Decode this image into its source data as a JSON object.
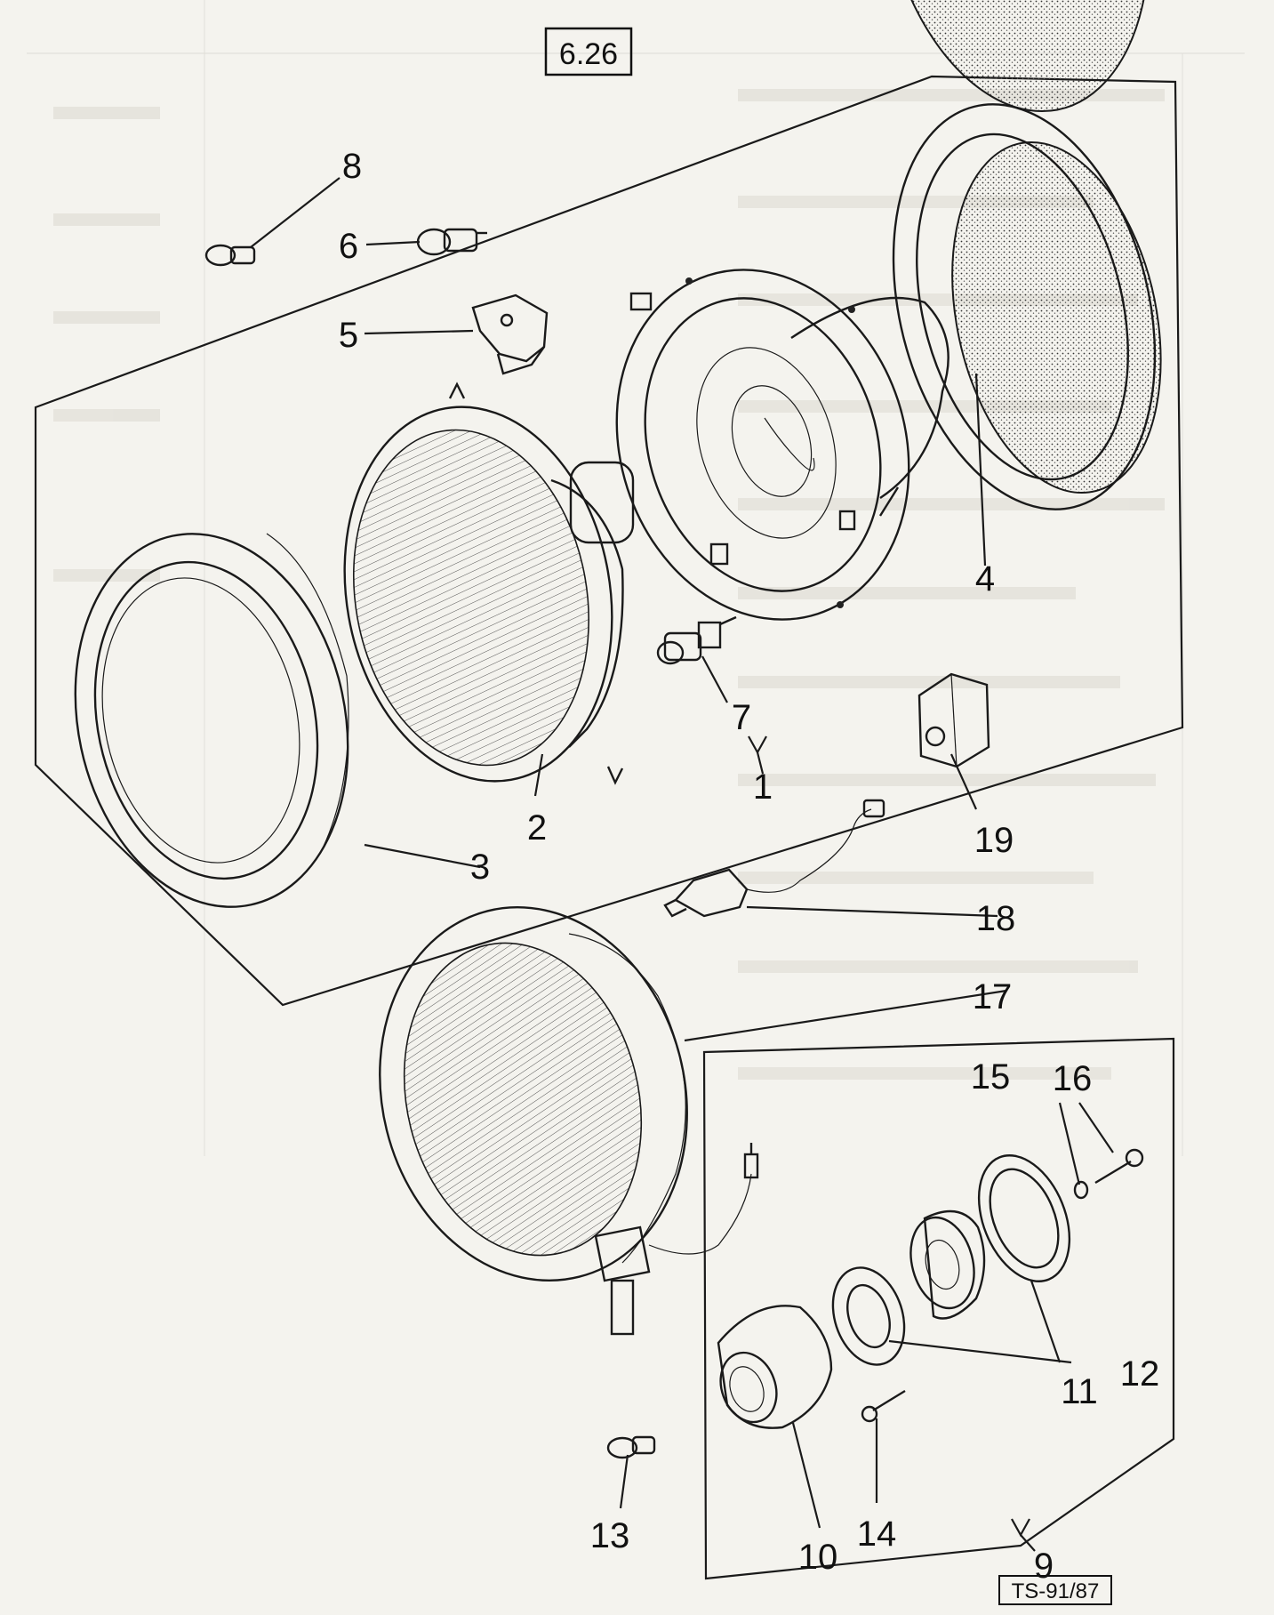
{
  "figure": {
    "page_id": "6.26",
    "drawing_ref": "TS-91/87"
  },
  "callouts": [
    "1",
    "2",
    "3",
    "4",
    "5",
    "6",
    "7",
    "8",
    "9",
    "10",
    "11",
    "12",
    "13",
    "14",
    "15",
    "16",
    "17",
    "18",
    "19"
  ]
}
